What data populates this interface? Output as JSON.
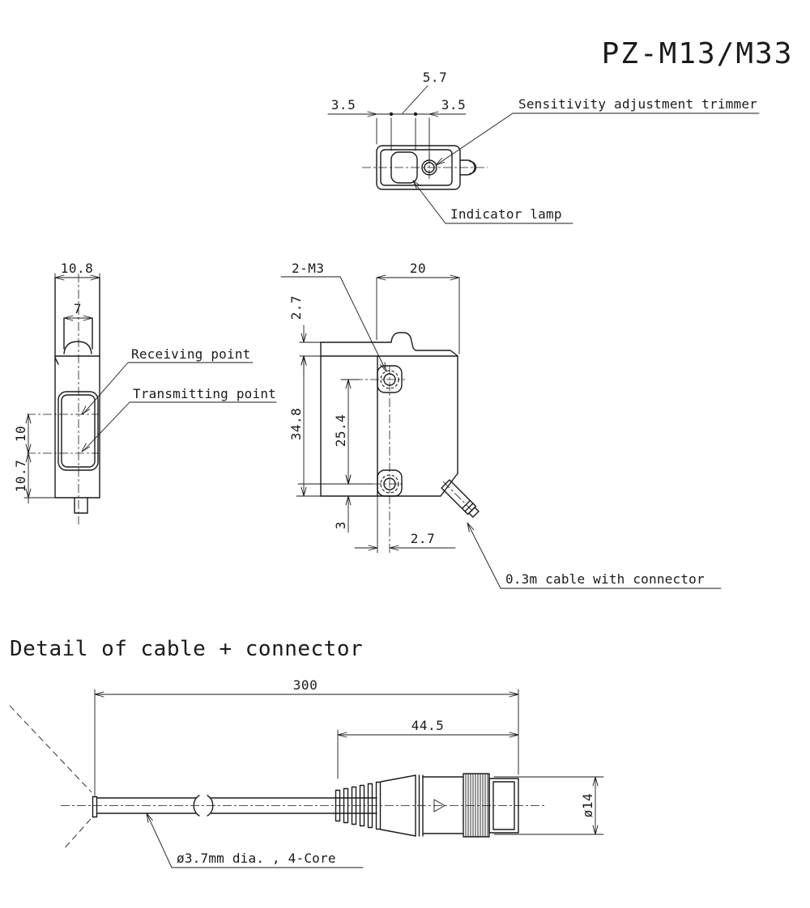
{
  "title": "PZ-M13/M33",
  "top_view": {
    "dim_left": "3.5",
    "dim_center": "5.7",
    "dim_right": "3.5",
    "label_trimmer": "Sensitivity adjustment trimmer",
    "label_lamp": "Indicator lamp"
  },
  "side_view": {
    "dim_width": "10.8",
    "dim_lens_width": "7",
    "dim_points_gap": "10",
    "dim_bottom": "10.7",
    "label_receiving": "Receiving point",
    "label_transmitting": "Transmitting point"
  },
  "front_view": {
    "label_holes": "2-M3",
    "dim_width": "20",
    "dim_step": "2.7",
    "dim_height": "34.8",
    "dim_hole_pitch": "25.4",
    "dim_hole_offset": "3",
    "dim_hole_inset": "2.7",
    "label_cable": "0.3m cable with connector"
  },
  "detail_view": {
    "heading": "Detail of cable + connector",
    "dim_cable_length": "300",
    "dim_connector_length": "44.5",
    "dim_connector_dia": "ø14",
    "label_cable_spec": "ø3.7mm dia. , 4-Core"
  },
  "colors": {
    "line": "#1a1a1a",
    "background": "#ffffff"
  }
}
